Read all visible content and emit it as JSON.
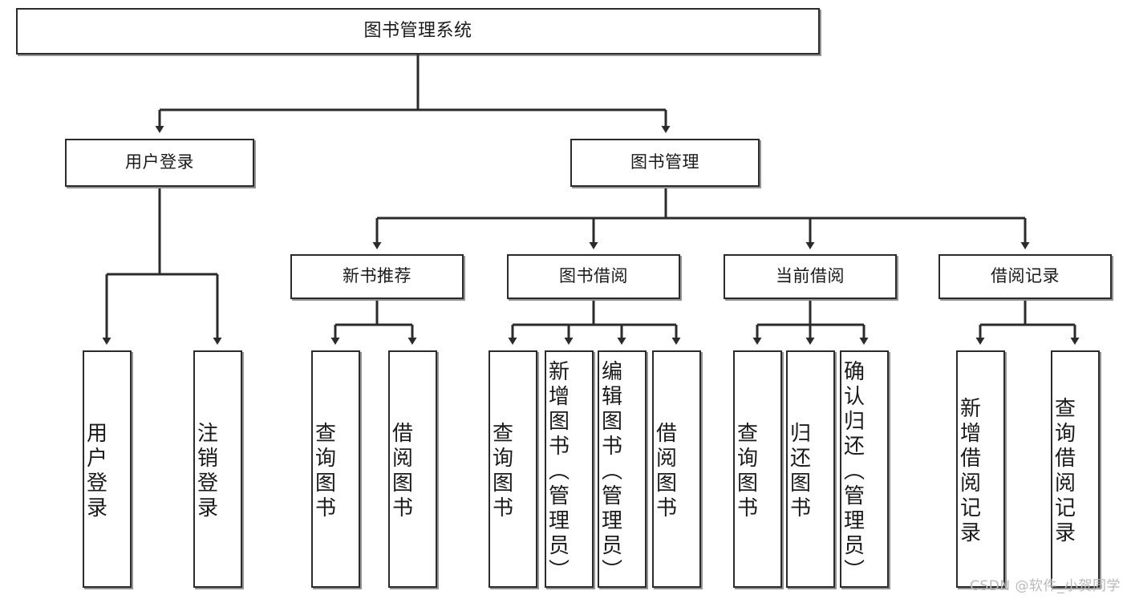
{
  "diagram": {
    "title": "图书管理系统",
    "watermark": "CSDN @软件_小贺同学",
    "colors": {
      "stroke": "#2b2b2b",
      "box_fill": "#ffffff",
      "text": "#1a1a1a",
      "watermark": "#b9b9b9",
      "background": "#ffffff"
    },
    "levels": {
      "level1": [
        {
          "id": "root",
          "label": "图书管理系统"
        }
      ],
      "level2": [
        {
          "id": "user-login",
          "label": "用户登录"
        },
        {
          "id": "book-manage",
          "label": "图书管理"
        }
      ],
      "level3": [
        {
          "id": "new-book-rec",
          "label": "新书推荐",
          "parent": "book-manage"
        },
        {
          "id": "book-borrow",
          "label": "图书借阅",
          "parent": "book-manage"
        },
        {
          "id": "current-borrow",
          "label": "当前借阅",
          "parent": "book-manage"
        },
        {
          "id": "borrow-record",
          "label": "借阅记录",
          "parent": "book-manage"
        }
      ],
      "leaves": [
        {
          "id": "leaf-user-login",
          "label": "用户登录",
          "parent": "user-login"
        },
        {
          "id": "leaf-logout",
          "label": "注销登录",
          "parent": "user-login"
        },
        {
          "id": "leaf-query-book-1",
          "label": "查询图书",
          "parent": "new-book-rec"
        },
        {
          "id": "leaf-borrow-book-1",
          "label": "借阅图书",
          "parent": "new-book-rec"
        },
        {
          "id": "leaf-query-book-2",
          "label": "查询图书",
          "parent": "book-borrow"
        },
        {
          "id": "leaf-add-book",
          "label": "新增图书（管理员）",
          "parent": "book-borrow"
        },
        {
          "id": "leaf-edit-book",
          "label": "编辑图书（管理员）",
          "parent": "book-borrow"
        },
        {
          "id": "leaf-borrow-book-2",
          "label": "借阅图书",
          "parent": "book-borrow"
        },
        {
          "id": "leaf-query-book-3",
          "label": "查询图书",
          "parent": "current-borrow"
        },
        {
          "id": "leaf-return-book",
          "label": "归还图书",
          "parent": "current-borrow"
        },
        {
          "id": "leaf-confirm-return",
          "label": "确认归还（管理员）",
          "parent": "current-borrow"
        },
        {
          "id": "leaf-add-record",
          "label": "新增借阅记录",
          "parent": "borrow-record"
        },
        {
          "id": "leaf-query-record",
          "label": "查询借阅记录",
          "parent": "borrow-record"
        }
      ]
    }
  }
}
